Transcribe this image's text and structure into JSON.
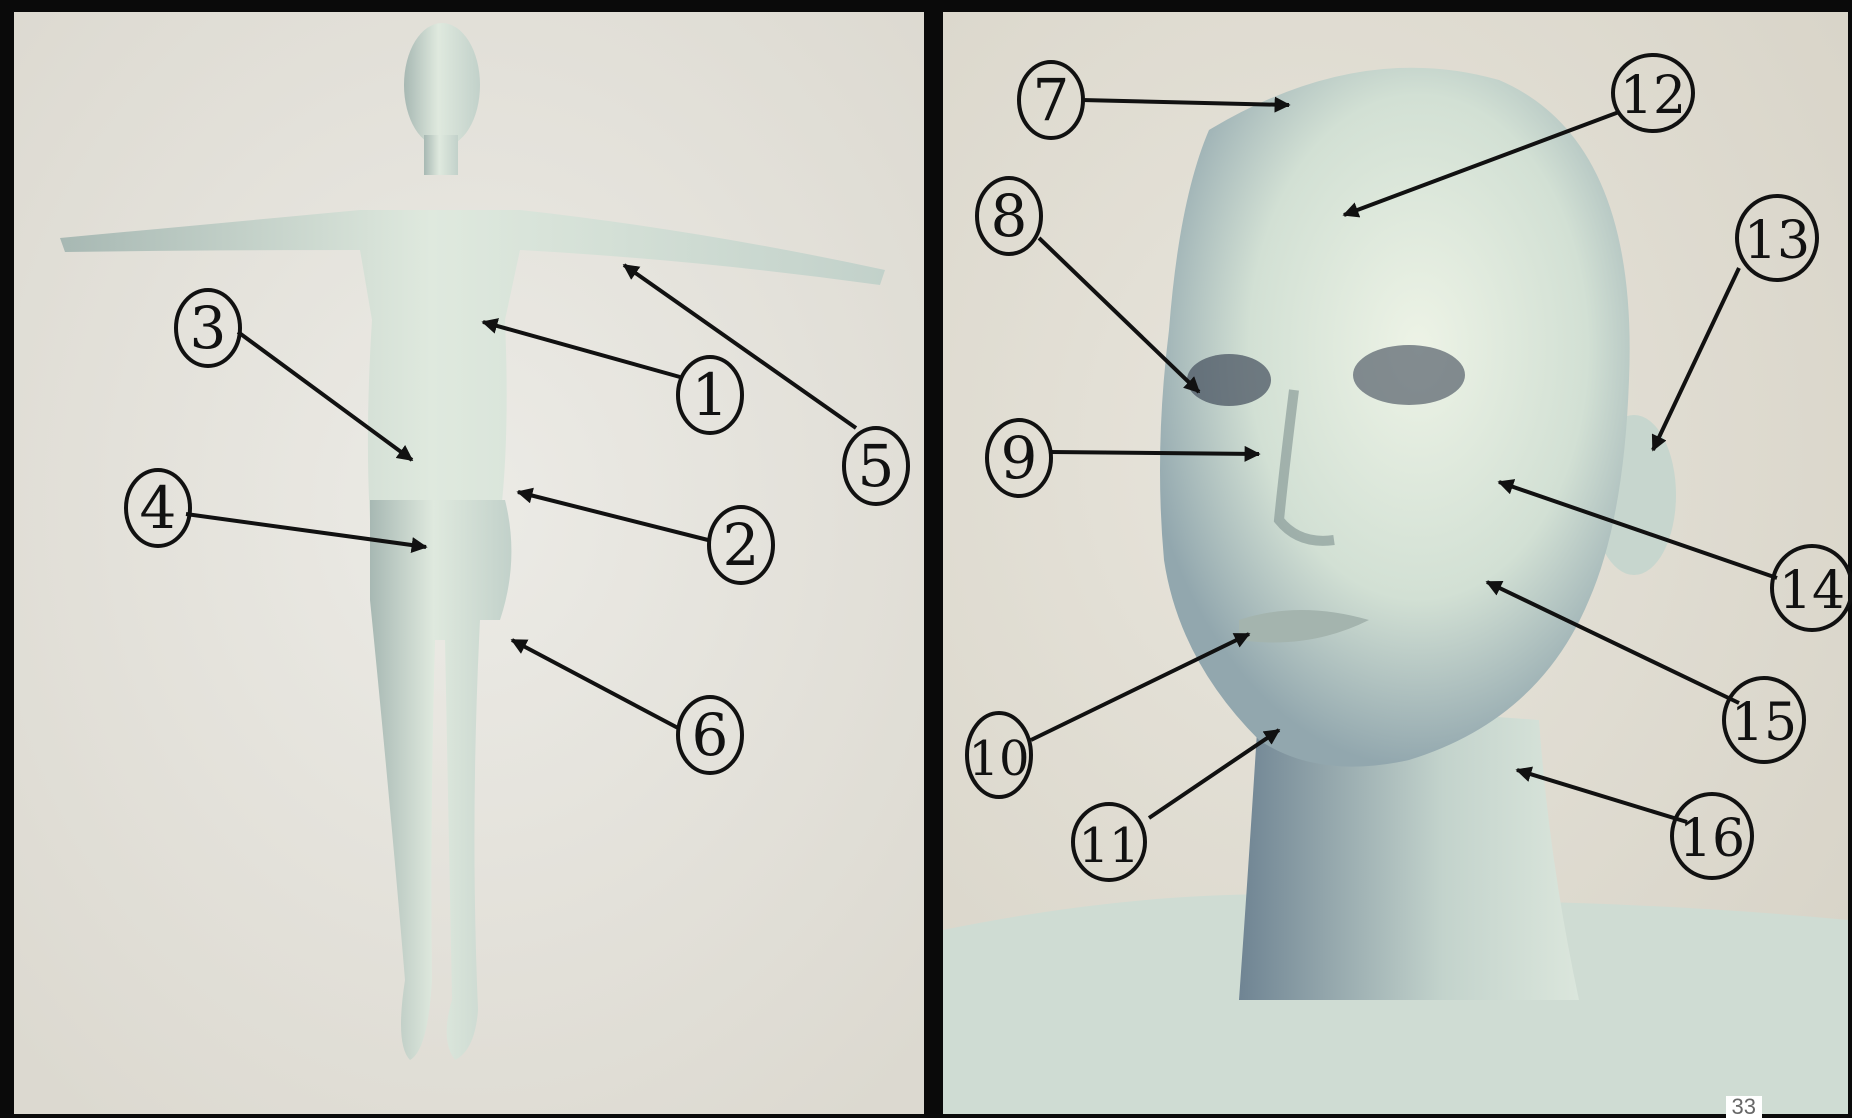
{
  "panels": {
    "body": {
      "callouts": [
        {
          "number": "1"
        },
        {
          "number": "2"
        },
        {
          "number": "3"
        },
        {
          "number": "4"
        },
        {
          "number": "5"
        },
        {
          "number": "6"
        }
      ]
    },
    "face": {
      "callouts": [
        {
          "number": "7"
        },
        {
          "number": "8"
        },
        {
          "number": "9"
        },
        {
          "number": "10"
        },
        {
          "number": "11"
        },
        {
          "number": "12"
        },
        {
          "number": "13"
        },
        {
          "number": "14"
        },
        {
          "number": "15"
        },
        {
          "number": "16"
        }
      ]
    }
  },
  "page_number": "33",
  "colors": {
    "frame": "#0a0a0a",
    "background": "#e4e1d8",
    "skin": "#d7e4d7",
    "skin_shadow": "#9fb2ad",
    "line": "#111111"
  }
}
